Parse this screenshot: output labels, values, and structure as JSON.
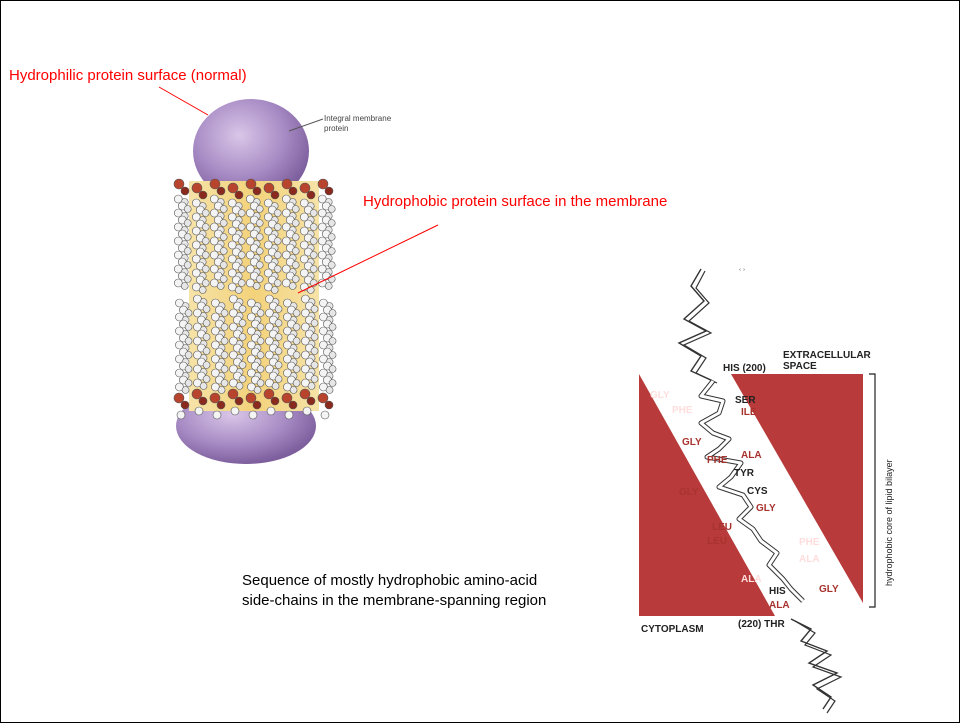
{
  "colors": {
    "annotation": "#ff0000",
    "membrane_red": "#b83a3a",
    "protein_purple": "#a78bc4",
    "amino_dark": "#222222",
    "amino_red": "#a8332e"
  },
  "annotations": {
    "hydrophilic": "Hydrophilic protein surface (normal)",
    "hydrophobic": "Hydrophobic protein surface in the membrane"
  },
  "left_figure": {
    "protein_label_line1": "Integral membrane",
    "protein_label_line2": "protein"
  },
  "caption": {
    "line1": "Sequence of mostly hydrophobic amino-acid",
    "line2": "side-chains in the membrane-spanning region"
  },
  "right_figure": {
    "extracellular_line1": "EXTRACELLULAR",
    "extracellular_line2": "SPACE",
    "cytoplasm": "CYTOPLASM",
    "bracket_label": "hydrophobic core of lipid bilayer",
    "residues": {
      "his200": "HIS (200)",
      "gly1": "GLY",
      "ser": "SER",
      "phe1": "PHE",
      "ile": "ILE",
      "gly2": "GLY",
      "ala1": "ALA",
      "phe2": "PHE",
      "tyr": "TYR",
      "gly3": "GLY",
      "cys": "CYS",
      "gly4": "GLY",
      "leu1": "LEU",
      "leu2": "LEU",
      "phe3": "PHE",
      "ala2": "ALA",
      "ala3": "ALA",
      "his": "HIS",
      "gly5": "GLY",
      "ala4": "ALA",
      "thr220": "(220) THR"
    }
  }
}
